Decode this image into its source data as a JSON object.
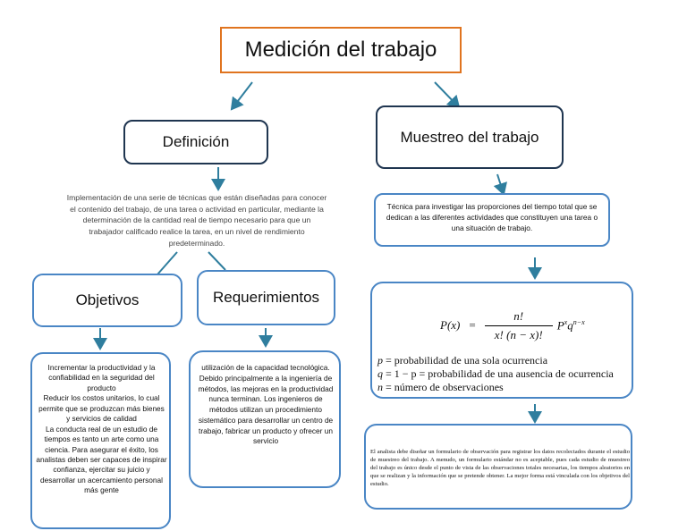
{
  "title": "Medición del trabajo",
  "definicion": {
    "label": "Definición",
    "text": "Implementación de una serie de técnicas que están diseñadas para conocer el contenido del trabajo, de una tarea o actividad en particular, mediante la determinación de la cantidad real de tiempo necesario para que un trabajador calificado realice la tarea, en un nivel de rendimiento predeterminado."
  },
  "objetivos": {
    "label": "Objetivos",
    "lines": [
      "Incrementar la productividad y la confiabilidad en la seguridad del producto",
      "Reducir los costos unitarios, lo cual permite que se produzcan más bienes y servicios de calidad",
      "La conducta real de un estudio de tiempos es tanto un arte como una ciencia. Para asegurar el éxito, los analistas deben ser capaces de inspirar confianza, ejercitar su juicio y desarrollar un acercamiento personal más gente"
    ]
  },
  "requerimientos": {
    "label": "Requerimientos",
    "text": "utilización de la capacidad tecnológica. Debido principalmente a la ingeniería de métodos, las mejoras en la productividad nunca terminan. Los ingenieros de métodos utilizan un procedimiento sistemático para desarrollar un centro de trabajo, fabricar un producto y ofrecer un servicio"
  },
  "muestreo": {
    "label": "Muestreo del trabajo",
    "text": "Técnica para investigar las proporciones del tiempo total que se dedican a las diferentes actividades que constituyen una tarea o una situación de trabajo.",
    "formula": {
      "lhs": "P(x)",
      "equals": "=",
      "numerator": "n!",
      "denominator": "x! (n − x)!",
      "tail_base1": "P",
      "tail_exp1": "x",
      "tail_base2": "q",
      "tail_exp2": "n−x",
      "defs": [
        {
          "sym": "p",
          "desc": "= probabilidad de una sola ocurrencia"
        },
        {
          "sym": "q",
          "desc": "= 1 − p = probabilidad de una ausencia de ocurrencia"
        },
        {
          "sym": "n",
          "desc": "= número de observaciones"
        }
      ]
    },
    "paragraph": "El analista debe diseñar un formulario de observación para registrar los datos recolectados durante el estudio de muestreo del trabajo. A menudo, un formulario estándar no es aceptable, pues cada estudio de muestreo del trabajo es único desde el punto de vista de las observaciones totales necesarias, los tiempos aleatorios en que se realizan y la información que se pretende obtener. La mejor forma está vinculada con los objetivos del estudio."
  },
  "colors": {
    "title_border": "#e0741f",
    "dark_border": "#1f3550",
    "box_border": "#4a86c5",
    "arrow": "#2f7e9e"
  }
}
